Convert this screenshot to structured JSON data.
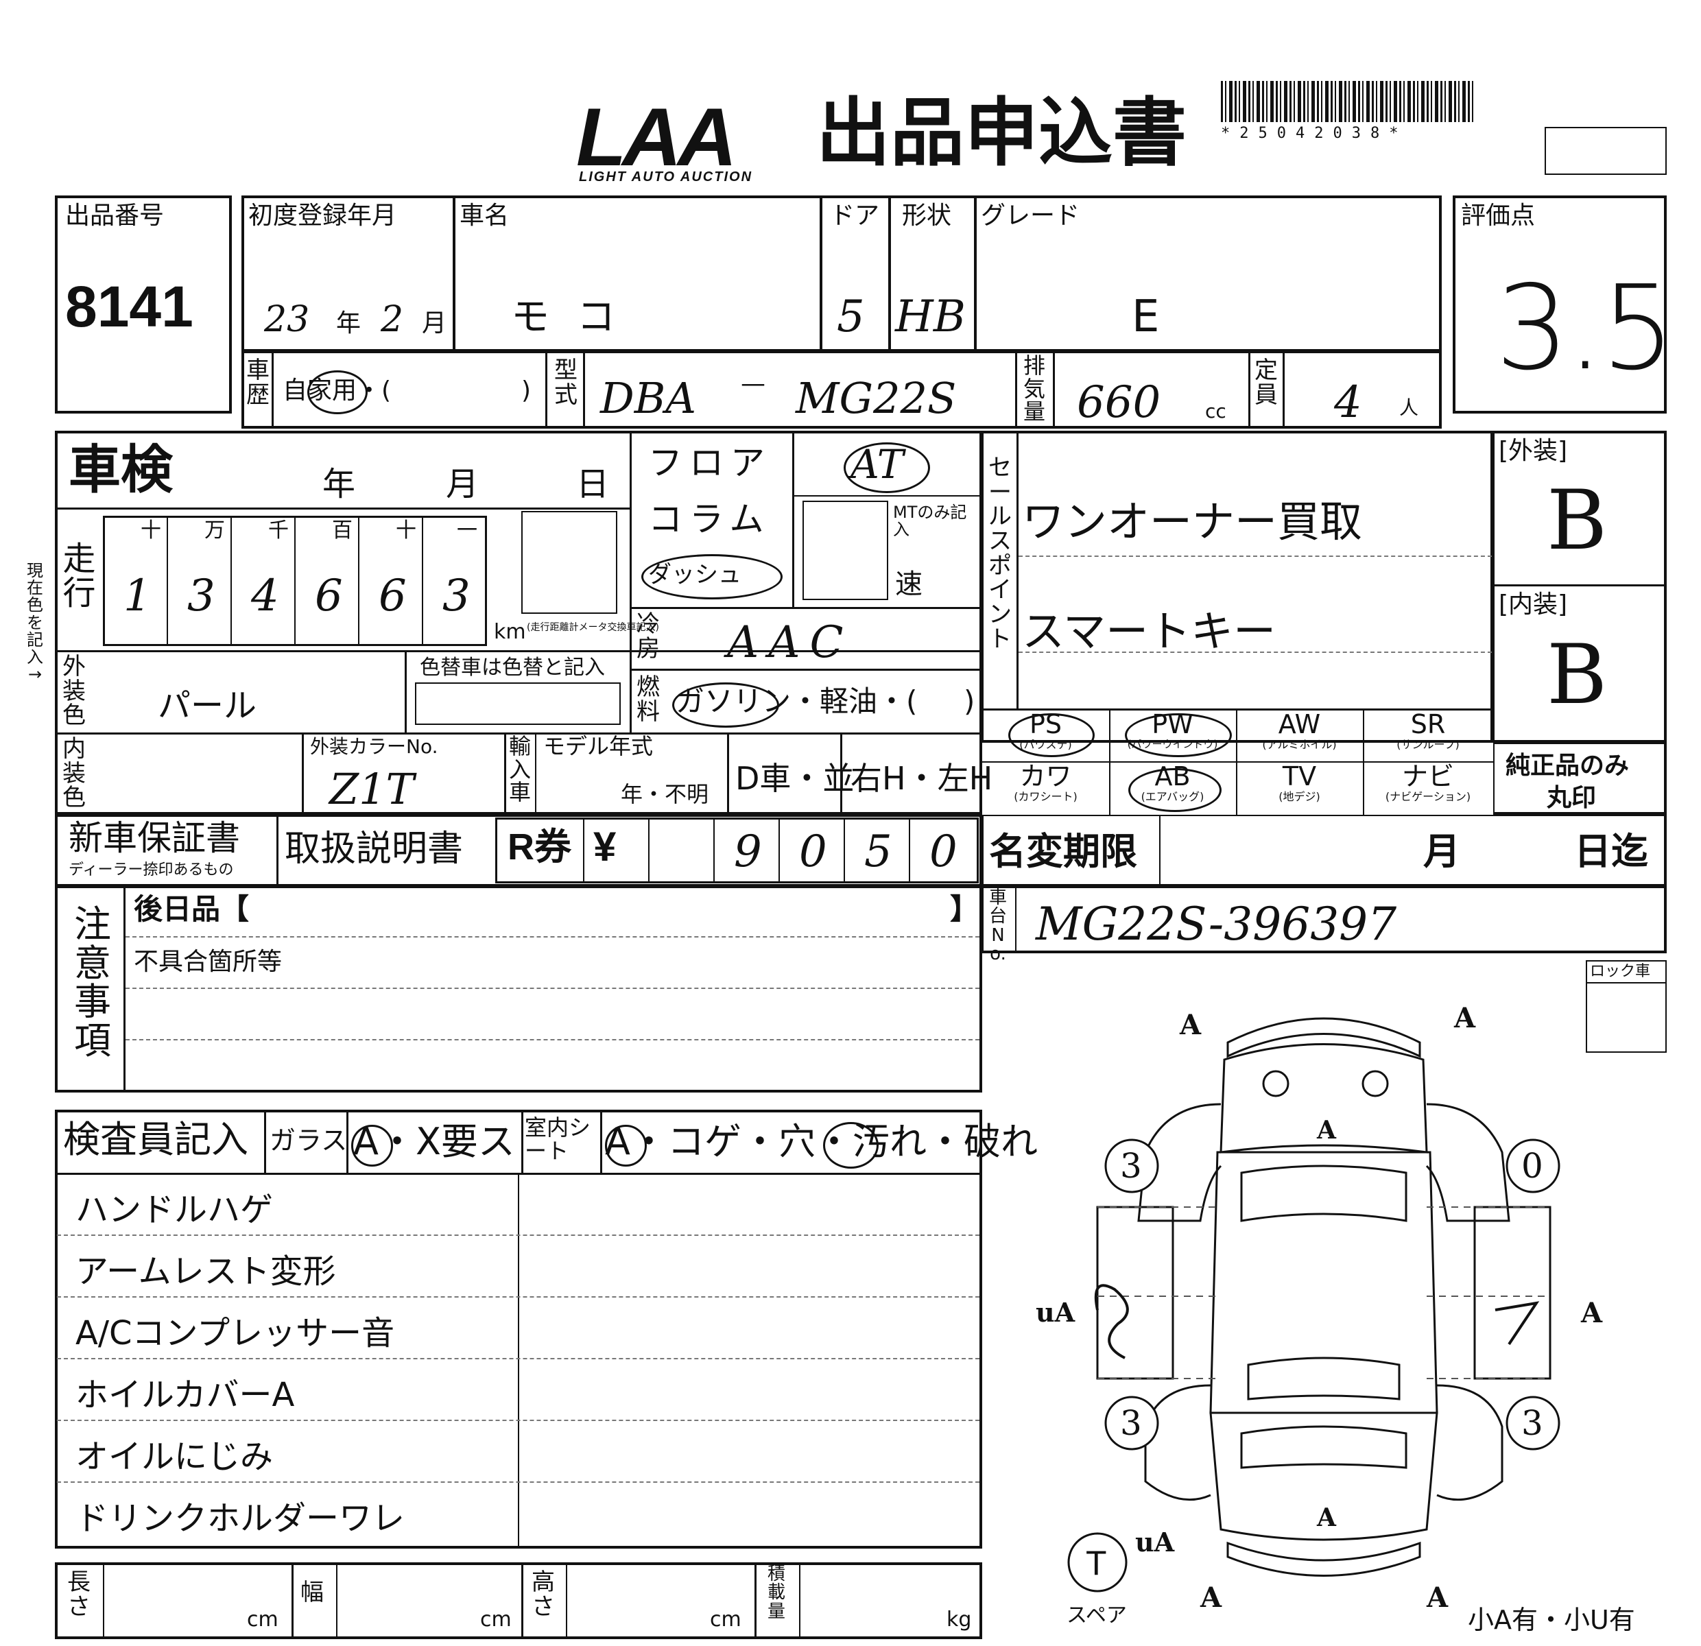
{
  "header": {
    "logo_main": "LAA",
    "logo_sub": "LIGHT AUTO AUCTION",
    "title": "出品申込書",
    "barcode_text": "*25042038*"
  },
  "lot": {
    "label": "出品番号",
    "value": "8141"
  },
  "first_reg": {
    "label": "初度登録年月",
    "year_hw": "23",
    "year_unit": "年",
    "month_hw": "2",
    "month_unit": "月"
  },
  "car_name": {
    "label": "車名",
    "value": "モコ"
  },
  "door": {
    "label": "ドア",
    "value": "5"
  },
  "body_type": {
    "label": "形状",
    "value": "HB"
  },
  "grade": {
    "label": "グレード",
    "value": "E"
  },
  "score": {
    "label": "評価点",
    "value": "3.5"
  },
  "history": {
    "label": "車歴",
    "value": "自家用・(",
    "close": ")"
  },
  "model_code": {
    "label": "型式",
    "prefix": "DBA",
    "dash": "—",
    "code": "MG22S"
  },
  "displacement": {
    "label": "排気量",
    "value": "660",
    "unit": "cc"
  },
  "capacity": {
    "label": "定員",
    "value": "4",
    "unit": "人"
  },
  "inspection": {
    "label": "車検",
    "y": "年",
    "m": "月",
    "d": "日"
  },
  "mileage": {
    "label": "走行",
    "place_labels": [
      "十",
      "万",
      "千",
      "百",
      "十",
      "一"
    ],
    "digits": [
      "1",
      "3",
      "4",
      "6",
      "6",
      "3"
    ],
    "unit": "km",
    "note": "(走行距離計メータ交換車記入)"
  },
  "shift": {
    "floor": "フロア",
    "column": "コラム",
    "dash": "ダッシュ",
    "value": "AT",
    "mt_note": "MTのみ記入",
    "speed": "速"
  },
  "ac": {
    "label": "冷房",
    "value": "AAC"
  },
  "fuel": {
    "label": "燃料",
    "value": "ガソリン・軽油・(",
    "close": ")"
  },
  "ext_color": {
    "label": "外装色",
    "value": "パール",
    "repaint_note": "色替車は色替と記入"
  },
  "int_color": {
    "label": "内装色",
    "code_label": "外装カラーNo.",
    "code_value": "Z1T"
  },
  "import": {
    "label": "輸入車",
    "model_year": "モデル年式",
    "year_unknown": "年・不明",
    "dealer": "D車・並",
    "handle": "右H・左H"
  },
  "sales_points": {
    "label": "セールスポイント",
    "line1": "ワンオーナー買取",
    "line2": "スマートキー"
  },
  "exterior": {
    "label": "[外装]",
    "value": "B"
  },
  "interior": {
    "label": "[内装]",
    "value": "B"
  },
  "options": [
    {
      "name": "PS",
      "sub": "(パワステ)"
    },
    {
      "name": "PW",
      "sub": "(パワーウインドウ)"
    },
    {
      "name": "AW",
      "sub": "(アルミホイル)"
    },
    {
      "name": "SR",
      "sub": "(サンルーフ)"
    },
    {
      "name": "カワ",
      "sub": "(カワシート)"
    },
    {
      "name": "AB",
      "sub": "(エアバッグ)"
    },
    {
      "name": "TV",
      "sub": "(地デジ)"
    },
    {
      "name": "ナビ",
      "sub": "(ナビゲーション)"
    }
  ],
  "genuine_only": {
    "line1": "純正品のみ",
    "line2": "丸印"
  },
  "warranty": {
    "label": "新車保証書",
    "sub": "ディーラー捺印あるもの"
  },
  "manual": {
    "label": "取扱説明書"
  },
  "recycle": {
    "label": "R券",
    "yen": "¥",
    "digits": [
      "9",
      "0",
      "5",
      "0"
    ]
  },
  "name_change": {
    "label": "名変期限",
    "m": "月",
    "d": "日迄"
  },
  "chassis": {
    "label": "車台No.",
    "value": "MG22S-396397"
  },
  "notes": {
    "label": "注意事項",
    "later_items": "後日品【",
    "later_close": "】",
    "defects": "不具合箇所等"
  },
  "inspector": {
    "label": "検査員記入",
    "glass_label": "ガラス",
    "glass_options": "A・X要ス",
    "seat_label": "室内シート",
    "seat_options": "A・コゲ・穴・汚れ・破れ",
    "remarks": [
      "ハンドルハゲ",
      "アームレスト変形",
      "A/Cコンプレッサー音",
      "ホイルカバーA",
      "オイルにじみ",
      "ドリンクホルダーワレ"
    ]
  },
  "size": {
    "length": "長さ",
    "width": "幅",
    "height": "高さ",
    "load": "積載量",
    "cm": "cm",
    "kg": "kg"
  },
  "diagram": {
    "lock": "ロック車",
    "marks_A": [
      "A",
      "A",
      "A",
      "A",
      "A",
      "A",
      "A"
    ],
    "mark_uA": "uA",
    "tires": [
      "3",
      "0",
      "3",
      "3"
    ],
    "spare": "T",
    "spare_label": "スペア",
    "footer": "小A有・小U有"
  }
}
